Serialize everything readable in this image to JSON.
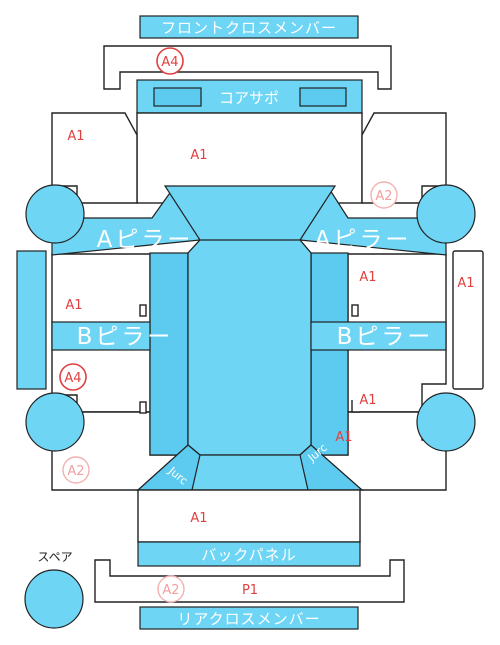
{
  "parts": {
    "front_cross_member": "フロントクロスメンバー",
    "core_support": "コアサポ",
    "a_pillar_left": "Aピラー",
    "a_pillar_right": "Aピラー",
    "b_pillar_left": "Bピラー",
    "b_pillar_right": "Bピラー",
    "back_panel": "バックパネル",
    "rear_cross_member": "リアクロスメンバー",
    "spare": "スペア",
    "rear_left_marking": "Jurc",
    "rear_right_marking": "Jurc"
  },
  "damage_marks": {
    "a4_front": "A4",
    "a1_front_left": "A1",
    "a1_front_center": "A1",
    "a2_front_right": "A2",
    "a1_mid_left": "A1",
    "a1_mid_right": "A1",
    "a1_right_panel": "A1",
    "a4_left": "A4",
    "a1_rear_right_1": "A1",
    "a1_rear_right_2": "A1",
    "a2_rear_left": "A2",
    "a1_trunk": "A1",
    "a2_rear": "A2",
    "p1_rear": "P1"
  },
  "colors": {
    "panel_fill": "#6ed5f5",
    "damage_red": "#e04040",
    "damage_pink": "#f0a0a0"
  }
}
